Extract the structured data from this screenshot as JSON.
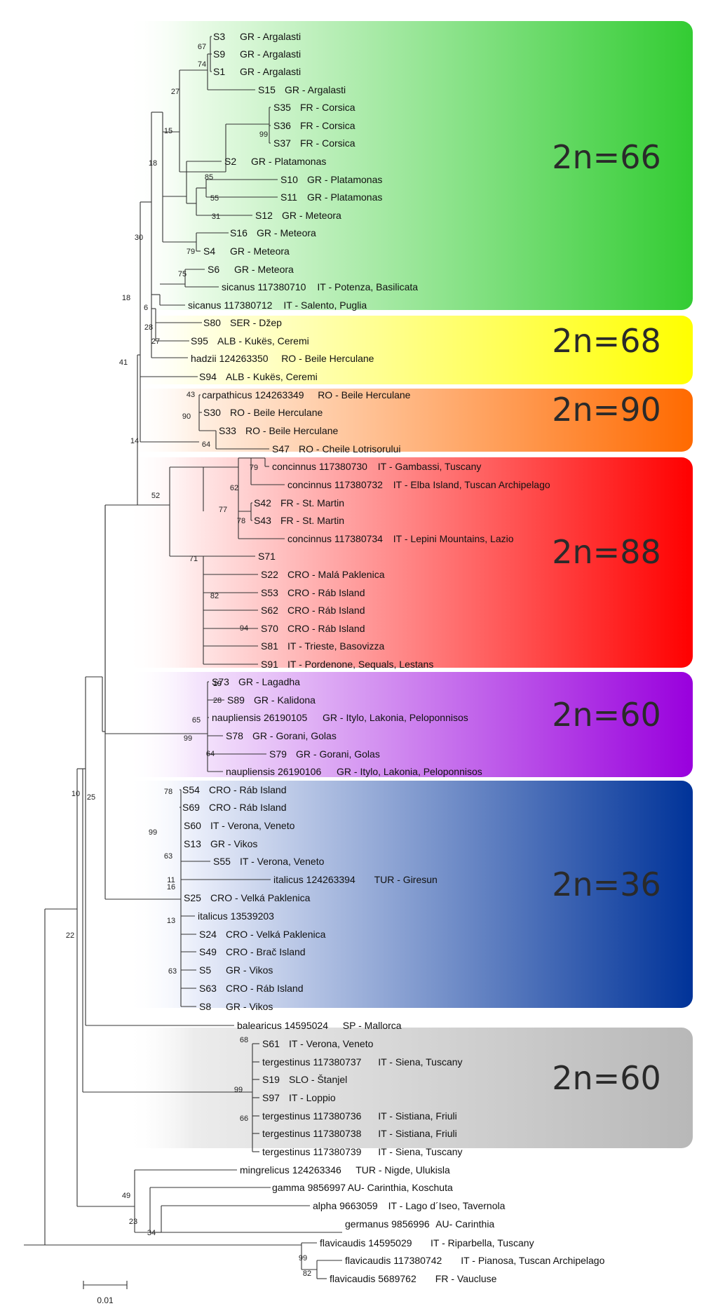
{
  "groups": [
    {
      "label": "2n=66",
      "color": "#33cc33"
    },
    {
      "label": "2n=68",
      "color": "#ffff00"
    },
    {
      "label": "2n=90",
      "color": "#ff6a00"
    },
    {
      "label": "2n=88",
      "color": "#ff0000"
    },
    {
      "label": "2n=60",
      "color": "#9900dd"
    },
    {
      "label": "2n=36",
      "color": "#003399"
    },
    {
      "label": "2n=60",
      "color": "#b8b8b8"
    }
  ],
  "leaves": [
    {
      "id": "S3",
      "loc": "GR - Argalasti"
    },
    {
      "id": "S9",
      "loc": "GR - Argalasti"
    },
    {
      "id": "S1",
      "loc": "GR - Argalasti"
    },
    {
      "id": "S15",
      "loc": "GR - Argalasti"
    },
    {
      "id": "S35",
      "loc": "FR - Corsica"
    },
    {
      "id": "S36",
      "loc": "FR - Corsica"
    },
    {
      "id": "S37",
      "loc": "FR - Corsica"
    },
    {
      "id": "S2",
      "loc": "GR - Platamonas"
    },
    {
      "id": "S10",
      "loc": "GR - Platamonas"
    },
    {
      "id": "S11",
      "loc": "GR - Platamonas"
    },
    {
      "id": "S12",
      "loc": "GR - Meteora"
    },
    {
      "id": "S16",
      "loc": "GR - Meteora"
    },
    {
      "id": "S4",
      "loc": "GR - Meteora"
    },
    {
      "id": "S6",
      "loc": "GR - Meteora"
    },
    {
      "id": "sicanus 117380710",
      "loc": "IT - Potenza, Basilicata"
    },
    {
      "id": "sicanus 117380712",
      "loc": "IT - Salento, Puglia"
    },
    {
      "id": "S80",
      "loc": "SER - Džep"
    },
    {
      "id": "S95",
      "loc": "ALB - Kukës, Ceremi"
    },
    {
      "id": "hadzii 124263350",
      "loc": "RO - Beile Herculane"
    },
    {
      "id": "S94",
      "loc": "ALB - Kukës, Ceremi"
    },
    {
      "id": "carpathicus 124263349",
      "loc": "RO - Beile Herculane"
    },
    {
      "id": "S30",
      "loc": "RO - Beile Herculane"
    },
    {
      "id": "S33",
      "loc": "RO - Beile Herculane"
    },
    {
      "id": "S47",
      "loc": "RO - Cheile Lotrisorului"
    },
    {
      "id": "concinnus 117380730",
      "loc": "IT - Gambassi, Tuscany"
    },
    {
      "id": "concinnus 117380732",
      "loc": "IT - Elba Island, Tuscan Archipelago"
    },
    {
      "id": "S42",
      "loc": "FR - St. Martin"
    },
    {
      "id": "S43",
      "loc": "FR - St. Martin"
    },
    {
      "id": "concinnus 117380734",
      "loc": "IT - Lepini Mountains, Lazio"
    },
    {
      "id": "S71",
      "loc": ""
    },
    {
      "id": "S22",
      "loc": "CRO - Malá Paklenica"
    },
    {
      "id": "S53",
      "loc": "CRO - Ráb Island"
    },
    {
      "id": "S62",
      "loc": "CRO - Ráb Island"
    },
    {
      "id": "S70",
      "loc": "CRO - Ráb Island"
    },
    {
      "id": "S81",
      "loc": "IT - Trieste, Basovizza"
    },
    {
      "id": "S91",
      "loc": "IT - Pordenone, Sequals, Lestans"
    },
    {
      "id": "S73",
      "loc": "GR - Lagadha"
    },
    {
      "id": "S89",
      "loc": "GR - Kalidona"
    },
    {
      "id": "naupliensis 26190105",
      "loc": "GR - Itylo, Lakonia, Peloponnisos"
    },
    {
      "id": "S78",
      "loc": "GR - Gorani, Golas"
    },
    {
      "id": "S79",
      "loc": "GR - Gorani, Golas"
    },
    {
      "id": "naupliensis 26190106",
      "loc": "GR - Itylo, Lakonia, Peloponnisos"
    },
    {
      "id": "S54",
      "loc": "CRO - Ráb Island"
    },
    {
      "id": "S69",
      "loc": "CRO - Ráb Island"
    },
    {
      "id": "S60",
      "loc": "IT - Verona, Veneto"
    },
    {
      "id": "S13",
      "loc": "GR - Vikos"
    },
    {
      "id": "S55",
      "loc": "IT - Verona, Veneto"
    },
    {
      "id": "italicus 124263394",
      "loc": "TUR - Giresun"
    },
    {
      "id": "S25",
      "loc": "CRO - Velká Paklenica"
    },
    {
      "id": "italicus 13539203",
      "loc": ""
    },
    {
      "id": "S24",
      "loc": "CRO - Velká Paklenica"
    },
    {
      "id": "S49",
      "loc": "CRO - Brač Island"
    },
    {
      "id": "S5",
      "loc": "GR - Vikos"
    },
    {
      "id": "S63",
      "loc": "CRO - Ráb Island"
    },
    {
      "id": "S8",
      "loc": "GR - Vikos"
    },
    {
      "id": "balearicus 14595024",
      "loc": "SP - Mallorca"
    },
    {
      "id": "S61",
      "loc": "IT - Verona, Veneto"
    },
    {
      "id": "tergestinus 117380737",
      "loc": "IT - Siena, Tuscany"
    },
    {
      "id": "S19",
      "loc": "SLO - Štanjel"
    },
    {
      "id": "S97",
      "loc": "IT - Loppio"
    },
    {
      "id": "tergestinus 117380736",
      "loc": "IT - Sistiana, Friuli"
    },
    {
      "id": "tergestinus 117380738",
      "loc": "IT - Sistiana, Friuli"
    },
    {
      "id": "tergestinus 117380739",
      "loc": "IT - Siena, Tuscany"
    },
    {
      "id": "mingrelicus 124263346",
      "loc": "TUR - Nigde, Ulukisla"
    },
    {
      "id": "gamma 9856997",
      "loc": "AU- Carinthia, Koschuta"
    },
    {
      "id": "alpha 9663059",
      "loc": "IT - Lago d´Iseo, Tavernola"
    },
    {
      "id": "germanus 9856996",
      "loc": "AU- Carinthia"
    },
    {
      "id": "flavicaudis 14595029",
      "loc": "IT - Riparbella, Tuscany"
    },
    {
      "id": "flavicaudis 117380742",
      "loc": "IT - Pianosa, Tuscan Archipelago"
    },
    {
      "id": "flavicaudis 5689762",
      "loc": "FR - Vaucluse"
    }
  ],
  "bootstrap": [
    "67",
    "74",
    "27",
    "15",
    "99",
    "85",
    "55",
    "31",
    "18",
    "79",
    "30",
    "75",
    "18",
    "6",
    "28",
    "27",
    "41",
    "43",
    "90",
    "64",
    "14",
    "79",
    "62",
    "77",
    "78",
    "52",
    "71",
    "82",
    "94",
    "19",
    "19",
    "28",
    "65",
    "99",
    "64",
    "10",
    "25",
    "78",
    "99",
    "63",
    "11",
    "16",
    "13",
    "63",
    "22",
    "68",
    "99",
    "66",
    "49",
    "23",
    "34",
    "99",
    "82"
  ],
  "scale_bar": {
    "label": "0.01"
  }
}
